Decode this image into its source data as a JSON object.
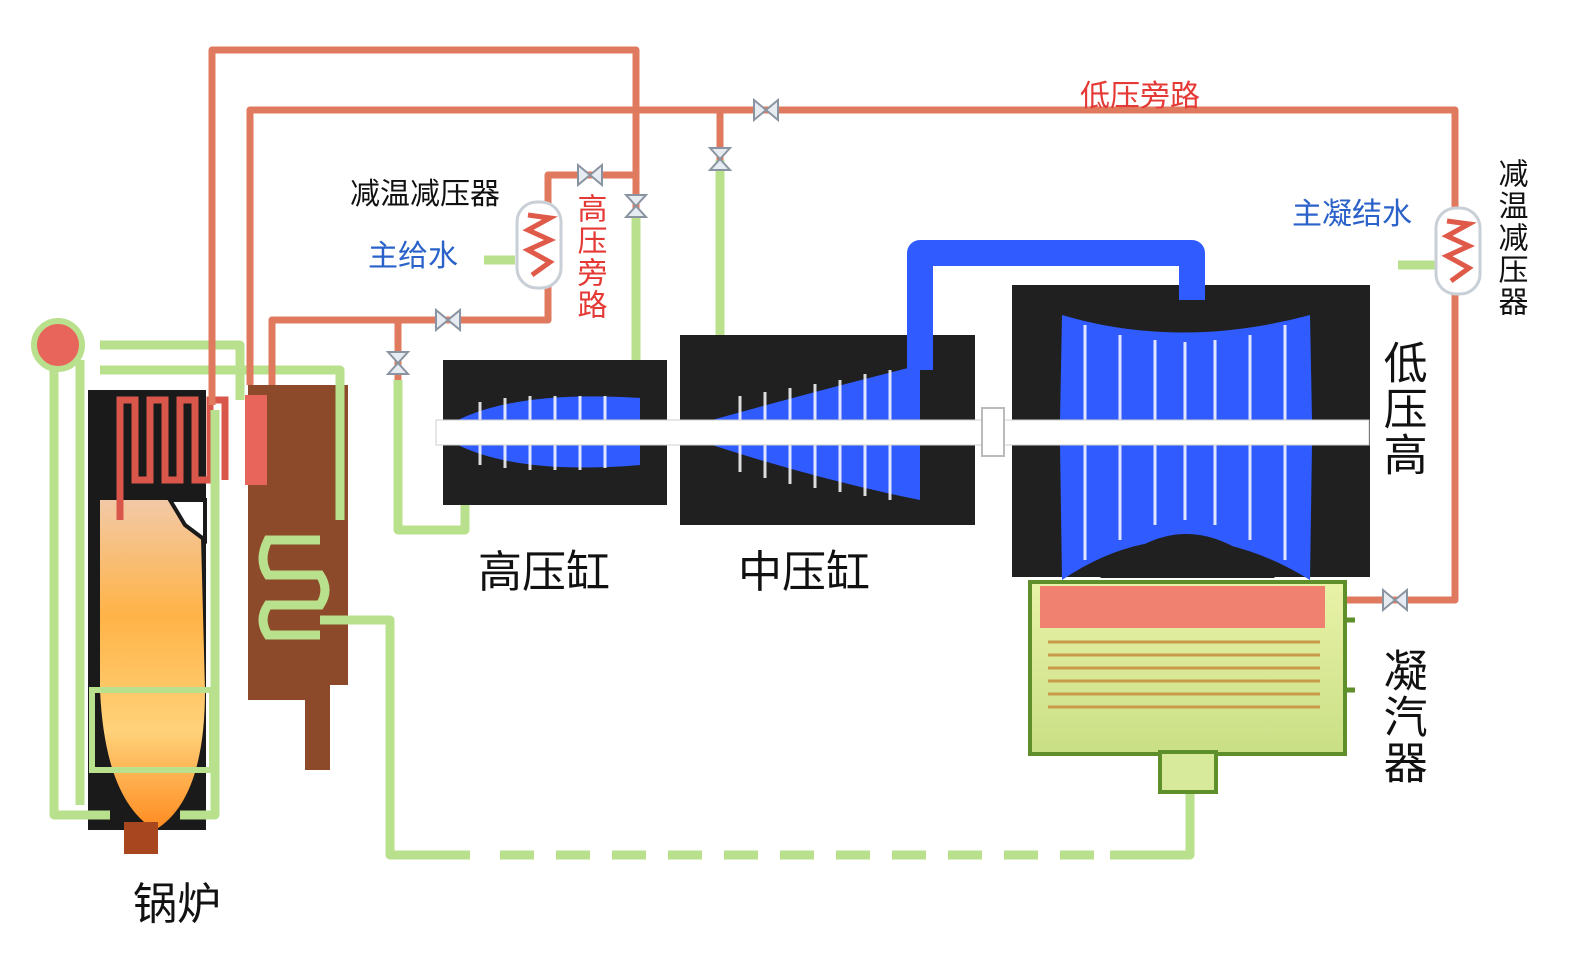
{
  "labels": {
    "boiler": "锅炉",
    "hp_cylinder": "高压缸",
    "ip_cylinder": "中压缸",
    "lp_cylinder": "低压高",
    "condenser": "凝汽器",
    "desuperheater_left": "减温减压器",
    "desuperheater_right": "减温减压器",
    "main_feedwater": "主给水",
    "main_condensate": "主凝结水",
    "hp_bypass": "高压旁路",
    "lp_bypass": "低压旁路"
  },
  "colors": {
    "steam_pipe": "#e07a5f",
    "water_pipe": "#b9e08c",
    "cylinder": "#202020",
    "blade": "#2f5bff",
    "boiler_wall": "#8c4a2a",
    "label_red": "#e53935",
    "label_blue": "#2a62c9"
  }
}
